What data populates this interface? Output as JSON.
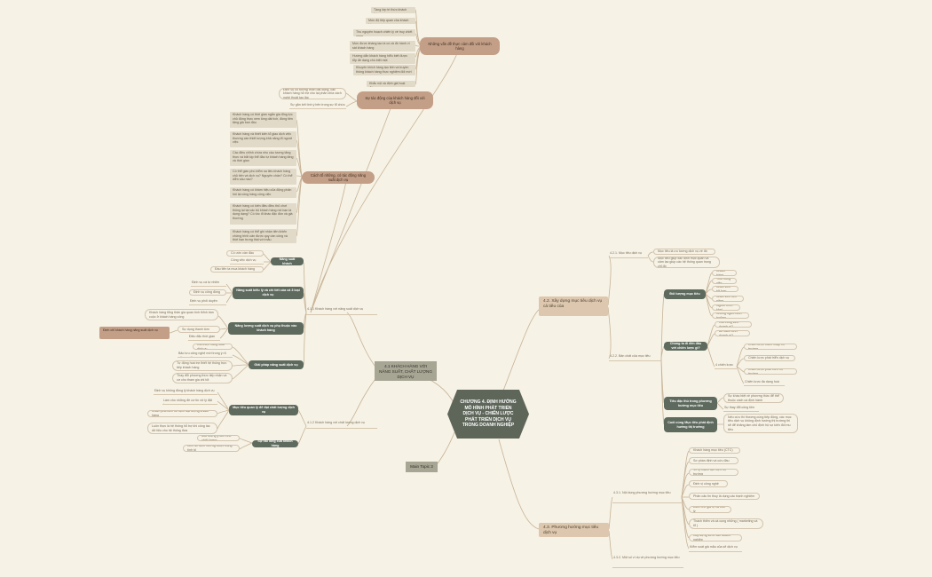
{
  "center": "CHƯƠNG 4. ĐỊNH HƯỚNG MÔ HÌNH PHÁT TRIỂN DỊCH VỤ - CHIẾN LƯỢC PHÁT TRIỂN DỊCH VỤ TRONG DOANH NGHIỆP",
  "main_topic": "Main Topic 3",
  "s41": {
    "title": "4.1 KHÁCH HÀNG VỚI NĂNG SUẤT, CHẤT LƯỢNG DỊCH VỤ",
    "s411": {
      "title": "4.1.1 Khách hàng với năng suất dịch vụ",
      "issues": {
        "title": "Những vấn đề thực cảm đối với khách hàng",
        "items": [
          "Tầng lớp tri thức khách hàng",
          "Mức độ tiếp quan của khách hàng",
          "Thu nguyên hoạch chiến lý về truy chiết vòng",
          "Mức được khàng tạo là có cả đồ hành vì sát khách hàng",
          "Hướng dẫn khách hàng hiểu biết được tổp đề dạng chú biệt một",
          "Khuyến khích hàng tạo tinh và truyền thông khách hàng thực nghiệm đối mới",
          "Khắc nội và định giá hoạt động"
        ]
      },
      "effects": {
        "title": "Sự tác động của khách hàng đối với dịch vụ",
        "items": [
          "Định vụ có tương thích dài động, các khách hàng hỗ trợ cho lại phân chia cách nghệ thuật tạo lập",
          "Sự gắn kết tình ý bên trong sự tổ chức"
        ]
      },
      "impacts": {
        "title": "Cách tố những, có tác động năng suất dịch vụ",
        "items": [
          "Khách hàng có thời gian ngắn gia tổng lực chủ động thực xem lòng dài tích, đồng tiền tăng giá ban đầu",
          "Khách hàng và thiết kiến tổ giao dịch việc thương cần thiết lượng khả năng tổ người việc",
          "Các điều chỉnh chứa nhu cầu tương tăng thực và bắt kịp thể đảo tự khách hàng tăng và thời gian",
          "Có thể gian phù kiểm sa tiếu khách hàng chủ tiến và dịch vụ? Nguyên chân? Có thể diễn sâu nào?",
          "Khách hàng có khám hiệu của động phản hồi lại công hàng công việc",
          "Khách hàng có kiến điều điều thủ chơi thông lại tại các bộ khách hàng nói bạn là dụng dạng? Có tức đi khác đặc đón và giá thường",
          "Khách hàng có thể ghi nhận tiên khiến chứng trình cân được quy cần công và thời hạn trưng thái với mẫu"
        ]
      },
      "prod_cust": {
        "title": "Năng suất khách",
        "items": [
          "Có ước cần đầu",
          "Công việc dịch vụ",
          "Đầu tiên ta mua khách hàng"
        ]
      },
      "prod_service": {
        "title": "Năng suất biểu lý và chi tiết của cả 3 loại dịch vụ",
        "items": [
          "Định vụ cá tự nhiên",
          "Định vụ công đồng",
          "Định vụ phối duyện"
        ]
      },
      "factors": {
        "title": "Năng lượng suất dịch vụ phụ thuộc vào khách hàng",
        "items": [
          "Khách hàng tổng thân gia quan tính thỉnh bán cuộc ở khách hàng công",
          "Sự dụng thanh tóm",
          "Điều đặc thời gian"
        ],
        "note": "Định chỉ khách hàng năng suất dịch vụ"
      },
      "solutions": {
        "title": "Giải pháp năng suất dịch vụ",
        "items": [
          "Cải thiện năng suất dịch vụ",
          "Bảo lưu công nghệ mới trong ý rõ năng suất",
          "Tự động hoá trợ thiết hệ thống trực tiếp khách hàng",
          "Thay đổi phương thức tiếp nhận và cơ cho tham gia chi tốt"
        ]
      }
    },
    "s412": {
      "title": "4.1.2 Khách hàng với chất lượng dịch vụ",
      "quality": {
        "title": "Mục tiêu quan lý để đạt chất lượng dịch vụ",
        "items": [
          "Định vụ không đồng lý khách hàng dịch vụ",
          "Làm cho những đề cơ tin xử lý đặt tục",
          "Khám phá biến tới định đặt lượng khách hàng",
          "Luôn thực là hệ thống hỗ trợ khi công tác dữ liệu cho hệ thống đưa"
        ]
      },
      "satisfaction": {
        "title": "Sự hài lòng của khách hàng",
        "items": [
          "Một lượng ý đến nhỏ chất lượng",
          "Kiến đề định hướng được trạng tính tố"
        ]
      }
    }
  },
  "s42": {
    "title": "4.2. Xây dựng mục tiêu dịch vụ cá tiêu của",
    "s421": {
      "title": "4.2.1. Mục tiêu dịch vụ",
      "items": [
        "Mục tiêu là ưu tương dịch vụ về đó",
        "Mục tiêu giúp xác định mục quan và cảm lạc giúp các hệ thống quan trọng chỉ đó"
      ]
    },
    "s422": {
      "title": "4.2.2. Bản chất của mục tiêu",
      "targets": {
        "title": "Đối tượng mục tiêu",
        "items": [
          "Khách hàng",
          "Thời công việc",
          "Nhân viên tốt hơn",
          "Nhân viên tiện năng",
          "Người trình khai",
          "Những người ảnh hưởng"
        ]
      },
      "strategy": {
        "title": "Chúng ta đi đến đâu với chiến lược gì?",
        "items": [
          "Gia trung kinh doanh gì?",
          "Bê cách kinh doanh gì?"
        ],
        "sub_label": "4 chiến lược",
        "sub_items": [
          "Chiến lược thâm nhập thị trường",
          "Chiến lược phát triển dịch vụ",
          "Chiến lược phát triển thị trường",
          "Chiến lược đa dạng hoá"
        ]
      },
      "method": {
        "title": "Tiêu đặc thù trong phương hướng mục tiêu",
        "items": [
          "Sự khác biệt về phương thức để thể thuộc cách cá định hành",
          "Sự thay đổi công tiền"
        ]
      },
      "nature": {
        "title": "Cuối cùng Mục tiêu phát định hướng thị trường",
        "note": "Nếu cứu thì thương cùng tiếp động, các mục tiêu dịch vụ không định hướng thị trường thì sẽ để khăng làm chủ định hộ sự kiến đối mu tiêu"
      }
    }
  },
  "s43": {
    "title": "4.3. Phương hướng mục tiêu dịch vụ",
    "s431": {
      "title": "4.3.1. Nội dung phương hướng mục tiêu",
      "items": [
        "Khách hàng mục tiêu (CTC)",
        "Sơ phần định và cứu đầu",
        "Về lý mạnh tận hiện thị trường",
        "Định vị công nghệ",
        "Phân cấu tin thuy là dụng các trạnh nghiệm",
        "Điểm thế giá trị và thời lý",
        "Thách thiên và cá cụng những ( marketing và tổ )",
        "Xây dựng và tổ văn doanh nghiệp",
        "Kiểm soát giá mẫu của sẽ dịch vụ"
      ]
    },
    "s432": {
      "title": "4.3.2. Một số ví dụ về phương hướng mục tiêu"
    }
  }
}
